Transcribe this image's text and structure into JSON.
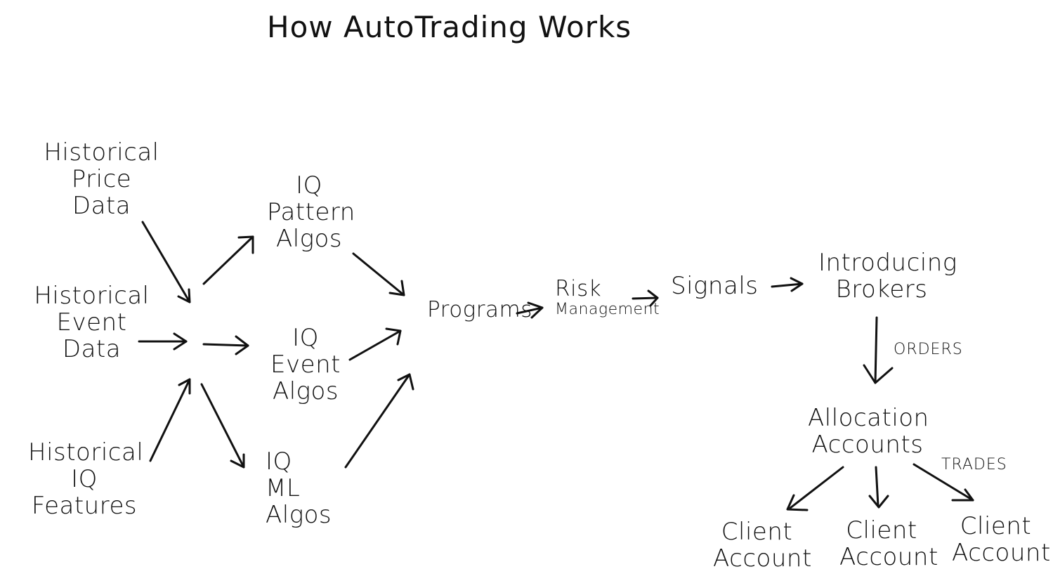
{
  "title": "How AutoTrading Works",
  "nodes": {
    "hist_price": [
      "Historical",
      "Price",
      "Data"
    ],
    "hist_event": [
      "Historical",
      "Event",
      "Data"
    ],
    "hist_iq": [
      "Historical",
      "IQ",
      "Features"
    ],
    "iq_pattern": [
      "IQ",
      "Pattern",
      "Algos"
    ],
    "iq_event": [
      "IQ",
      "Event",
      "Algos"
    ],
    "iq_ml": [
      "IQ",
      "ML",
      "Algos"
    ],
    "programs": "Programs",
    "risk": [
      "Risk",
      "Management"
    ],
    "signals": "Signals",
    "brokers": [
      "Introducing",
      "Brokers"
    ],
    "allocation": [
      "Allocation",
      "Accounts"
    ],
    "client1": [
      "Client",
      "Account"
    ],
    "client2": [
      "Client",
      "Account"
    ],
    "client3": [
      "Client",
      "Account"
    ]
  },
  "edge_labels": {
    "orders": "ORDERS",
    "trades": "TRADES"
  },
  "edges": [
    {
      "from": "hist_price",
      "to": "hub"
    },
    {
      "from": "hist_event",
      "to": "hub"
    },
    {
      "from": "hist_iq",
      "to": "hub"
    },
    {
      "from": "hub",
      "to": "iq_pattern"
    },
    {
      "from": "hub",
      "to": "iq_event"
    },
    {
      "from": "hub",
      "to": "iq_ml"
    },
    {
      "from": "iq_pattern",
      "to": "programs"
    },
    {
      "from": "iq_event",
      "to": "programs"
    },
    {
      "from": "iq_ml",
      "to": "programs"
    },
    {
      "from": "programs",
      "to": "risk"
    },
    {
      "from": "risk",
      "to": "signals"
    },
    {
      "from": "signals",
      "to": "brokers"
    },
    {
      "from": "brokers",
      "to": "allocation",
      "label": "ORDERS"
    },
    {
      "from": "allocation",
      "to": "client1"
    },
    {
      "from": "allocation",
      "to": "client2"
    },
    {
      "from": "allocation",
      "to": "client3",
      "label": "TRADES"
    }
  ]
}
